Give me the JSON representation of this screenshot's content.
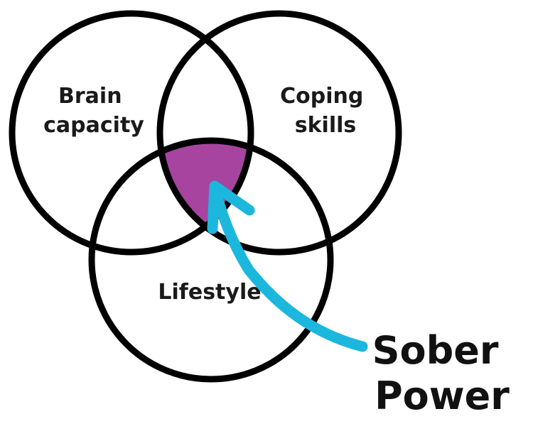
{
  "sets": {
    "brain_capacity": {
      "line1": "Brain",
      "line2": "capacity"
    },
    "coping_skills": {
      "line1": "Coping",
      "line2": "skills"
    },
    "lifestyle": {
      "line1": "Lifestyle"
    }
  },
  "callout": {
    "line1": "Sober",
    "line2": "Power"
  },
  "colors": {
    "circle_stroke": "#000000",
    "intersection_fill": "#a7449f",
    "arrow": "#1cb7dd"
  }
}
